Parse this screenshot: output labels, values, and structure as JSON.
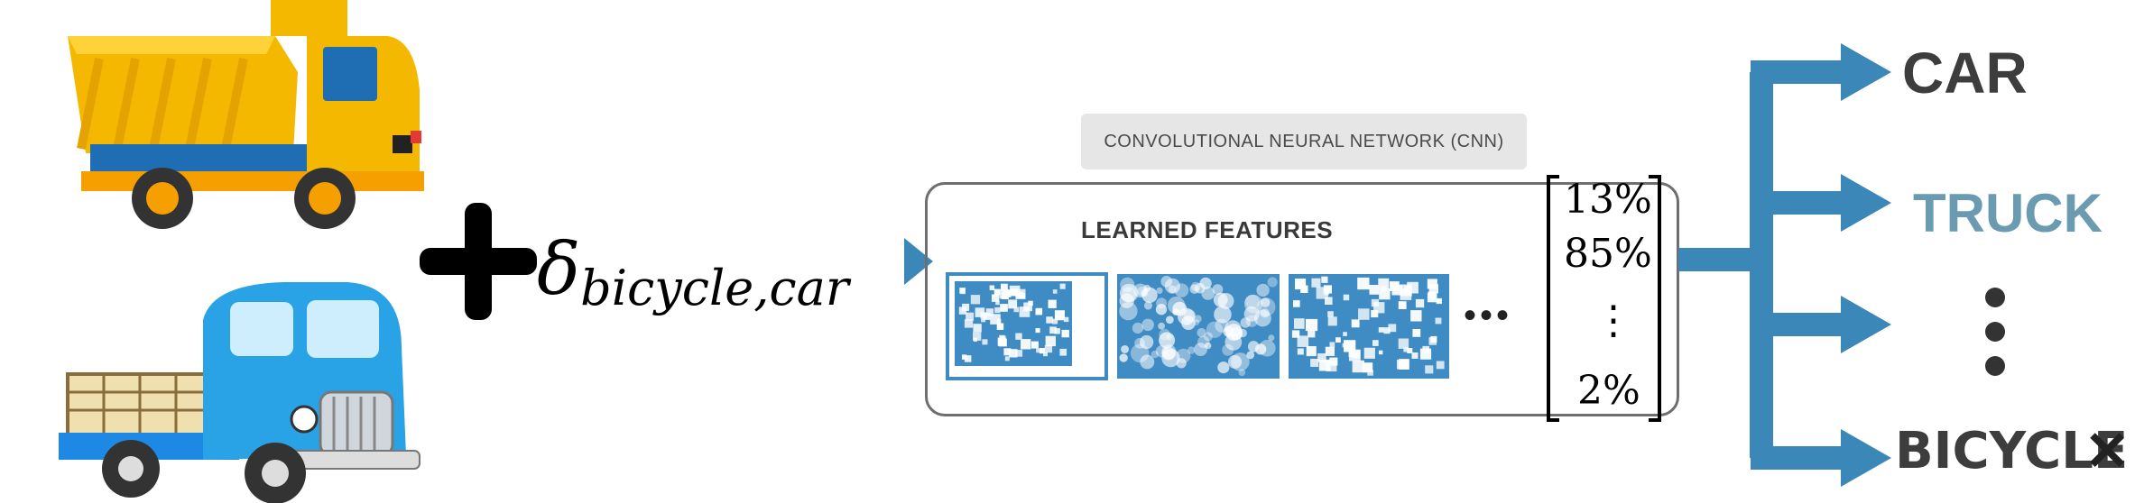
{
  "perturbation": {
    "symbol": "δ",
    "subscript": "bicycle,car"
  },
  "cnn": {
    "banner": "CONVOLUTIONAL NEURAL NETWORK (CNN)",
    "features_label": "LEARNED FEATURES",
    "ellipsis": "•••"
  },
  "output_vector": {
    "values": [
      "13%",
      "85%",
      "2%"
    ],
    "vdots": "⋮"
  },
  "outputs": {
    "car": "CAR",
    "truck": "TRUCK",
    "bicycle": "BICYCLE",
    "bicycle_mark": "✕"
  },
  "colors": {
    "arrow_blue": "#3a87b8",
    "truck_label": "#6a9bb0",
    "feature_blue": "#3f8bc4"
  },
  "icons": [
    "dump-truck-icon",
    "pickup-truck-icon",
    "plus-icon",
    "arrow-icon"
  ]
}
